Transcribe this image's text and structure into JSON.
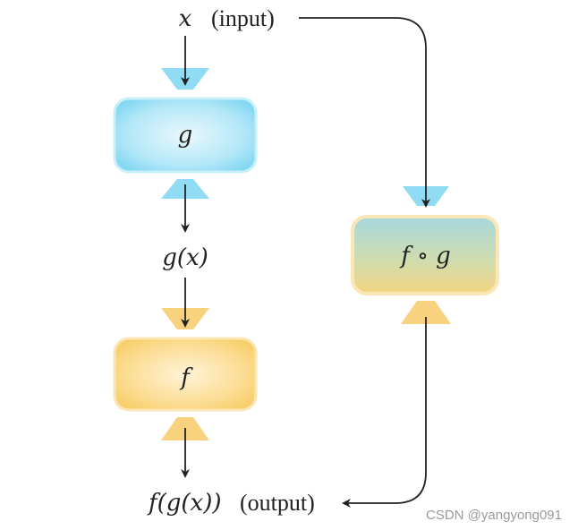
{
  "nodes": {
    "input_var": "x",
    "input_label": "(input)",
    "g_box": "g",
    "intermediate": "g(x)",
    "f_box": "f",
    "composite_box": "f ∘ g",
    "output_expr": "f(g(x))",
    "output_label": "(output)"
  },
  "watermark": "CSDN @yangyong091",
  "colors": {
    "blue": "#8fdcf4",
    "blue_dark": "#6ecfee",
    "orange": "#f8d27e",
    "orange_dark": "#f7c95a",
    "arrow": "#222222"
  }
}
